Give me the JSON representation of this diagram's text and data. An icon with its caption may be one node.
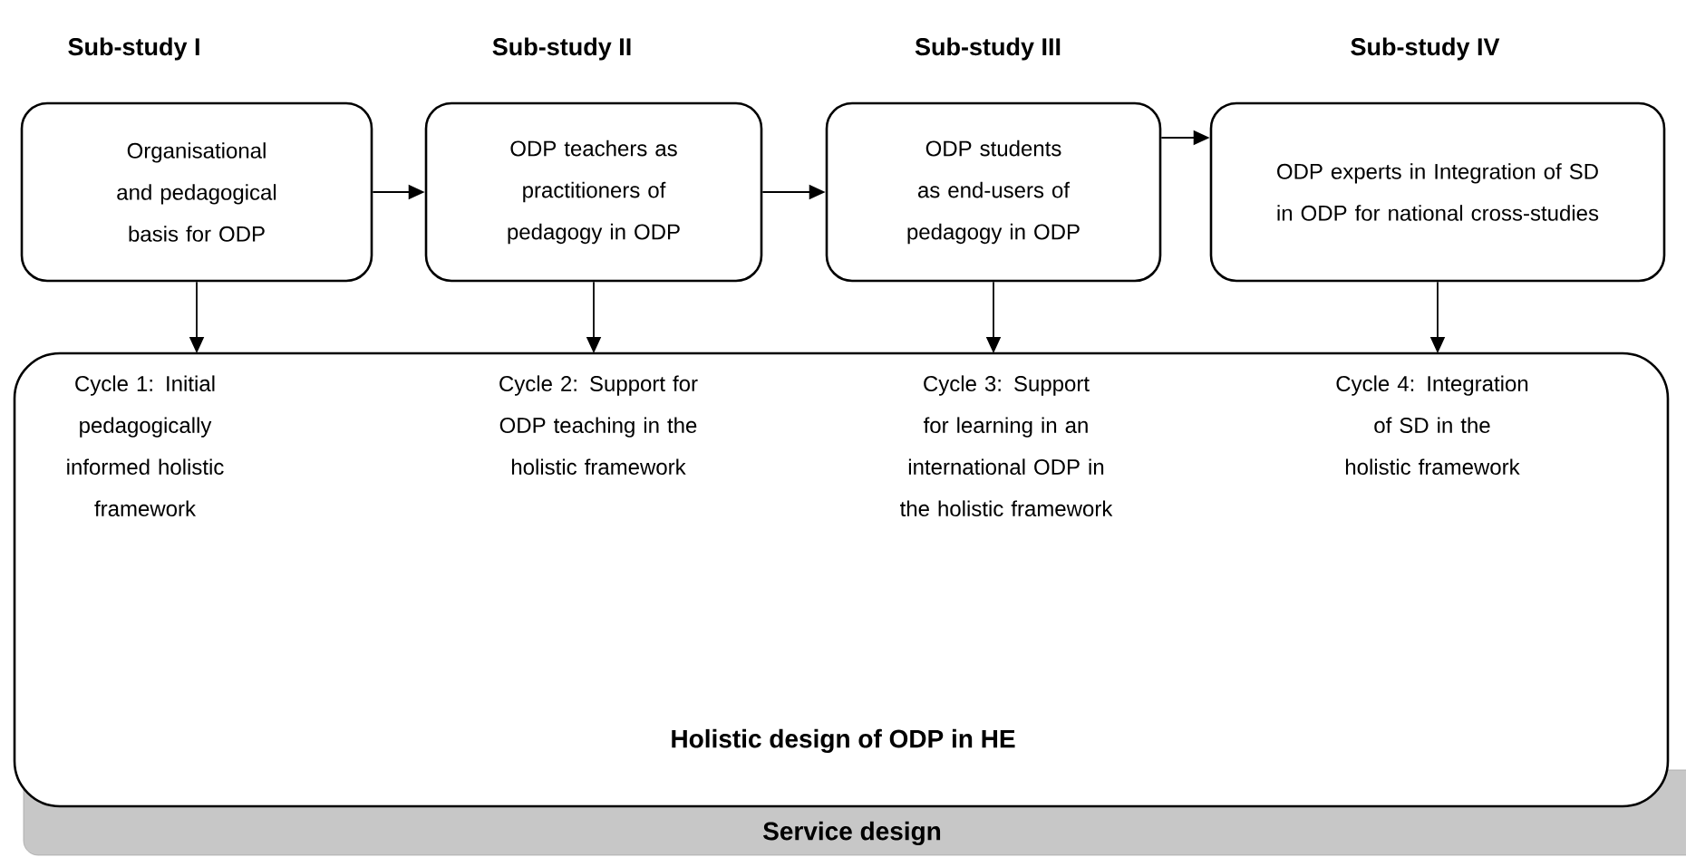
{
  "diagram": {
    "nodes": [
      {
        "text": [
          "Sub-study I",
          "Organisational and pedagogical basis for ODP"
        ]
      },
      {
        "text": [
          "Sub-study II",
          "ODP teachers as practitioners of pedagogy in ODP"
        ]
      },
      {
        "text": [
          "Sub-study III",
          "ODP students as end-users of pedagogy in ODP"
        ]
      },
      {
        "text": [
          "Sub-study IV",
          "ODP experts in Integration of SD in ODP for national cross-studies"
        ]
      },
      {
        "text": [
          "Holistic design of ODP in HE"
        ]
      },
      {
        "text": [
          "Cycle 1: Initial pedagogically informed holistic framework"
        ],
        "in": 4
      },
      {
        "text": [
          "Cycle 2: Support for ODP teaching in the holistic framework"
        ],
        "in": 4
      },
      {
        "text": [
          "Cycle 3: Support for learning in an international ODP in the holistic framework"
        ],
        "in": 4
      },
      {
        "text": [
          "Cycle 4: Integration of SD in the holistic framework"
        ],
        "in": 4
      },
      {
        "text": [
          "Service design"
        ]
      }
    ],
    "edges": [
      {
        "from": 0,
        "to": 1,
        "arrow": "to"
      },
      {
        "from": 1,
        "to": 2,
        "arrow": "to"
      },
      {
        "from": 2,
        "to": 3,
        "arrow": "to"
      },
      {
        "from": 0,
        "to": 5,
        "arrow": "to"
      },
      {
        "from": 1,
        "to": 6,
        "arrow": "to"
      },
      {
        "from": 2,
        "to": 7,
        "arrow": "to"
      },
      {
        "from": 3,
        "to": 8,
        "arrow": "to"
      }
    ]
  }
}
